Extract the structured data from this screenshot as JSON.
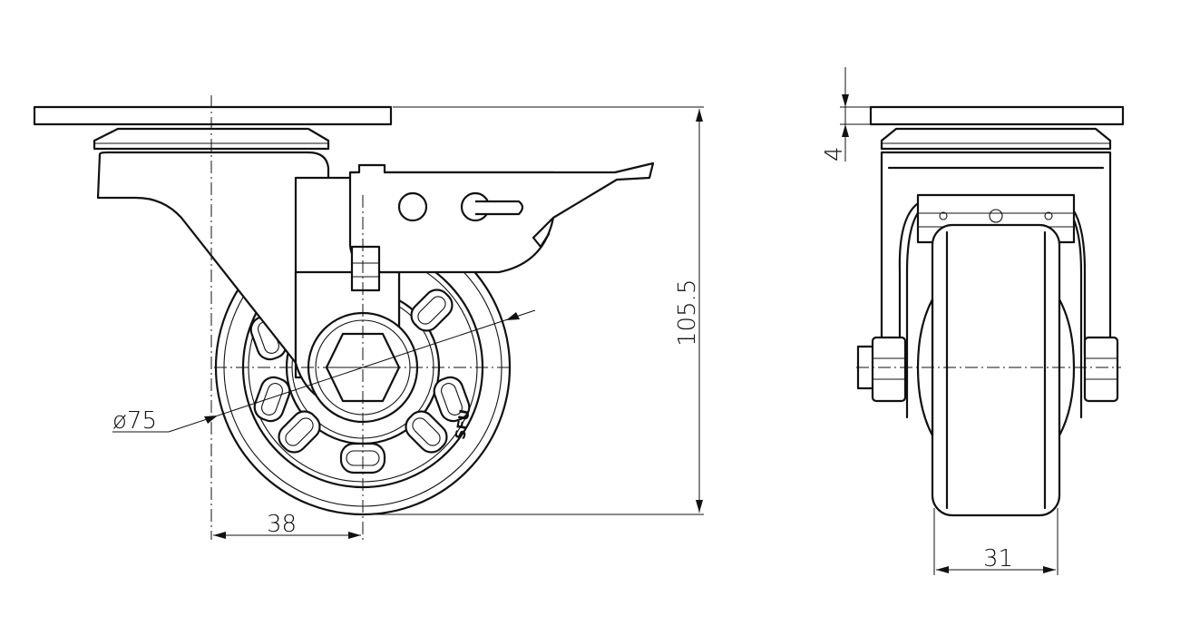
{
  "drawing": {
    "dimensions": {
      "wheel_diameter": "ø75",
      "offset": "38",
      "overall_height": "105.5",
      "plate_thickness": "4",
      "wheel_width": "31"
    },
    "wheel_marking": "SFU"
  }
}
